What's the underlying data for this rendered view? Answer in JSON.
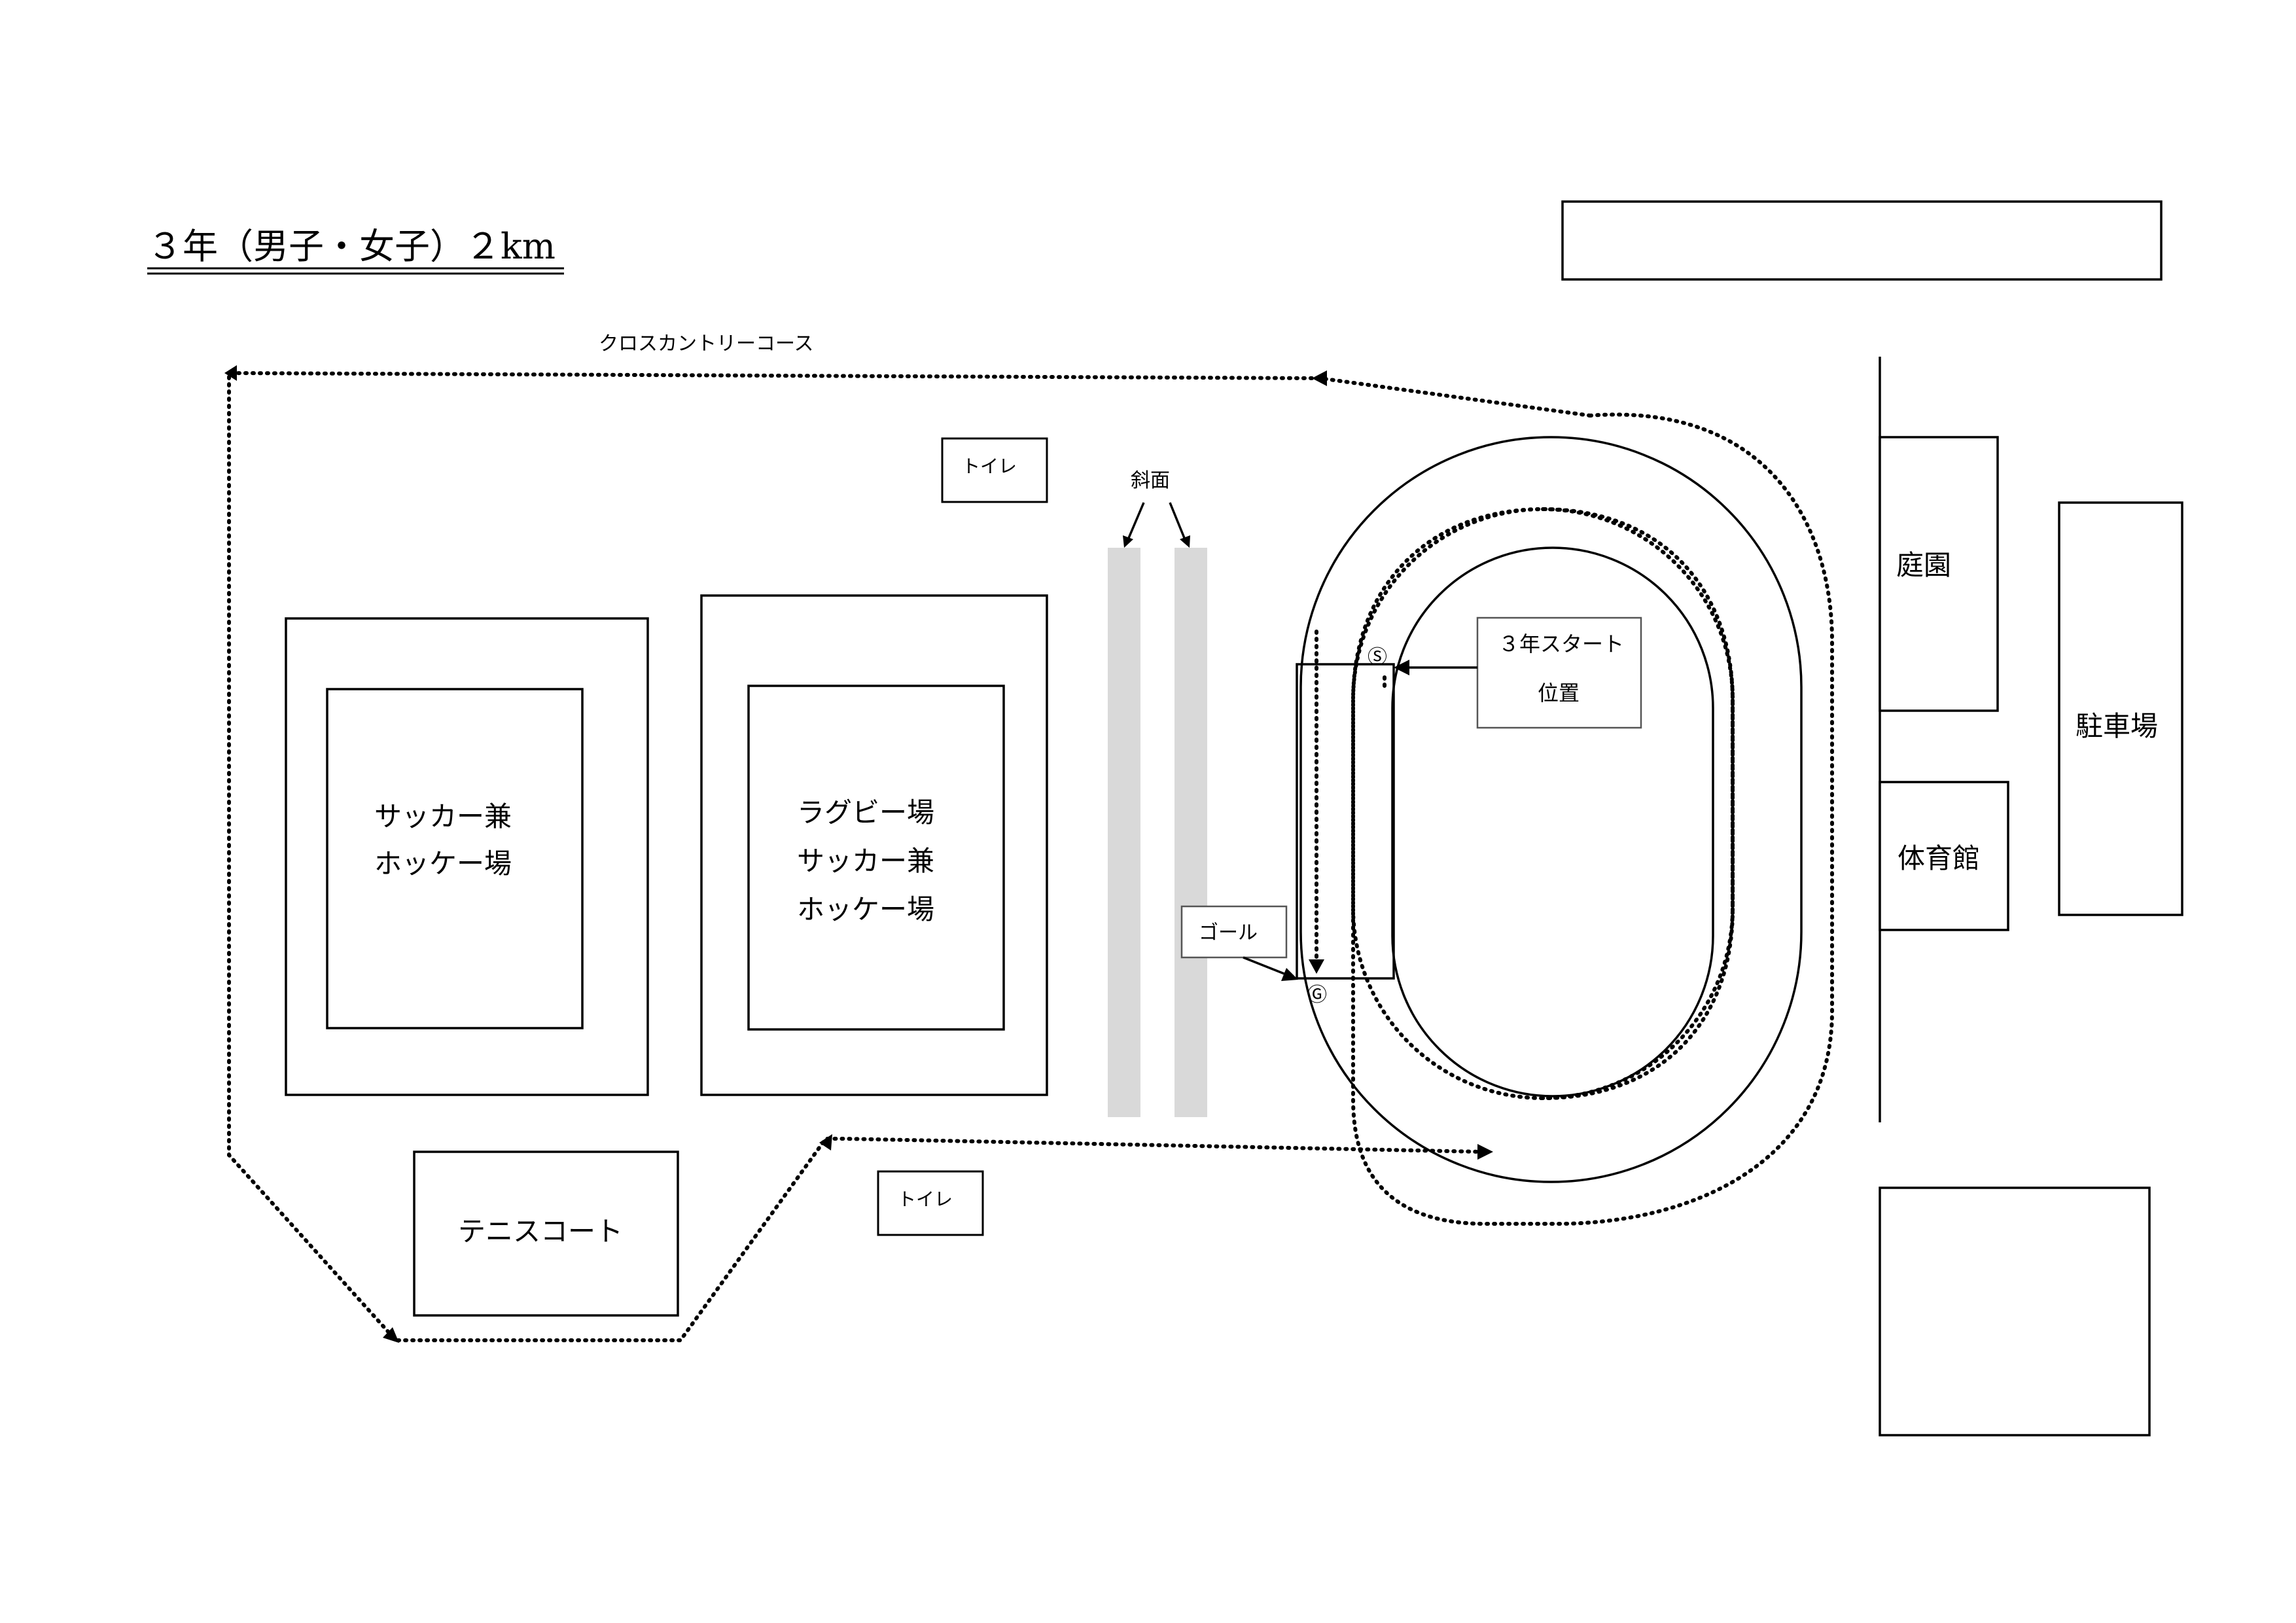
{
  "title": "３年（男子・女子）２km",
  "course_label": "クロスカントリーコース",
  "slope_label": "斜面",
  "start_label_line1": "３年スタート",
  "start_label_line2": "位置",
  "goal_label": "ゴール",
  "start_marker": "Ⓢ",
  "goal_marker": "Ⓖ",
  "toilet_label": "トイレ",
  "field_left_line1": "サッカー兼",
  "field_left_line2": "ホッケー場",
  "field_middle_line1": "ラグビー場",
  "field_middle_line2": "サッカー兼",
  "field_middle_line3": "ホッケー場",
  "tennis_label": "テニスコート",
  "garden_label": "庭園",
  "gym_label": "体育館",
  "parking_label": "駐車場"
}
